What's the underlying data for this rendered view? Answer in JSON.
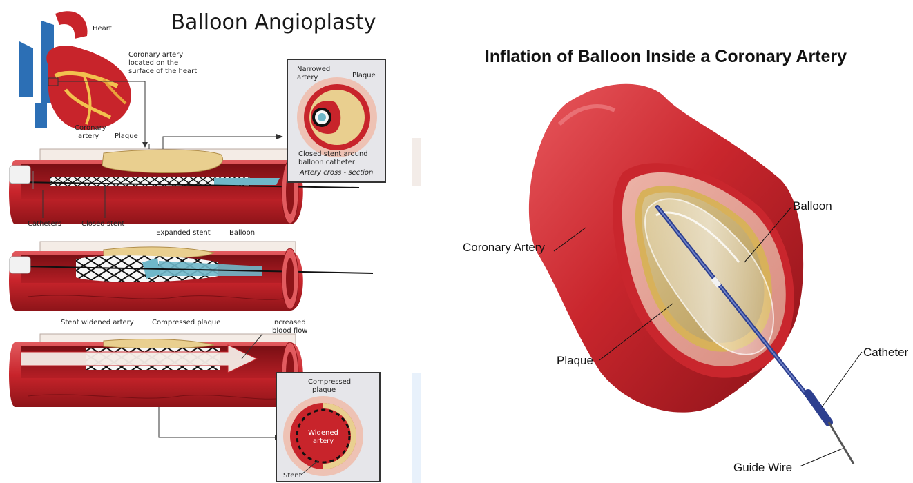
{
  "left": {
    "title": "Balloon Angioplasty",
    "labels": {
      "heart": "Heart",
      "coronary_location_1": "Coronary artery",
      "coronary_location_2": "located on the",
      "coronary_location_3": "surface of the heart",
      "coronary_artery_1": "Coronary",
      "coronary_artery_2": "artery",
      "plaque": "Plaque",
      "catheters": "Catheters",
      "closed_stent": "Closed stent",
      "expanded_stent": "Expanded stent",
      "balloon": "Balloon",
      "stent_widened_artery": "Stent widened artery",
      "compressed_plaque": "Compressed plaque",
      "increased_blood_flow_1": "Increased",
      "increased_blood_flow_2": "blood flow"
    },
    "inset_top": {
      "narrowed_artery_1": "Narrowed",
      "narrowed_artery_2": "artery",
      "plaque": "Plaque",
      "closed_stent_1": "Closed stent around",
      "closed_stent_2": "balloon catheter",
      "caption": "Artery cross - section"
    },
    "inset_bottom": {
      "compressed_plaque_1": "Compressed",
      "compressed_plaque_2": "plaque",
      "widened_1": "Widened",
      "widened_2": "artery",
      "stent": "Stent"
    }
  },
  "right": {
    "title": "Inflation of Balloon Inside a Coronary Artery",
    "labels": {
      "coronary_artery": "Coronary Artery",
      "balloon": "Balloon",
      "plaque": "Plaque",
      "catheter": "Catheter",
      "guide_wire": "Guide Wire"
    }
  },
  "colors": {
    "artery_red": "#c8242b",
    "artery_dark": "#8e1419",
    "plaque": "#e9cf8f",
    "balloon_blue": "#6fb7c9",
    "catheter_blue": "#2d3f8f",
    "inset_bg": "#e6e6ea"
  }
}
